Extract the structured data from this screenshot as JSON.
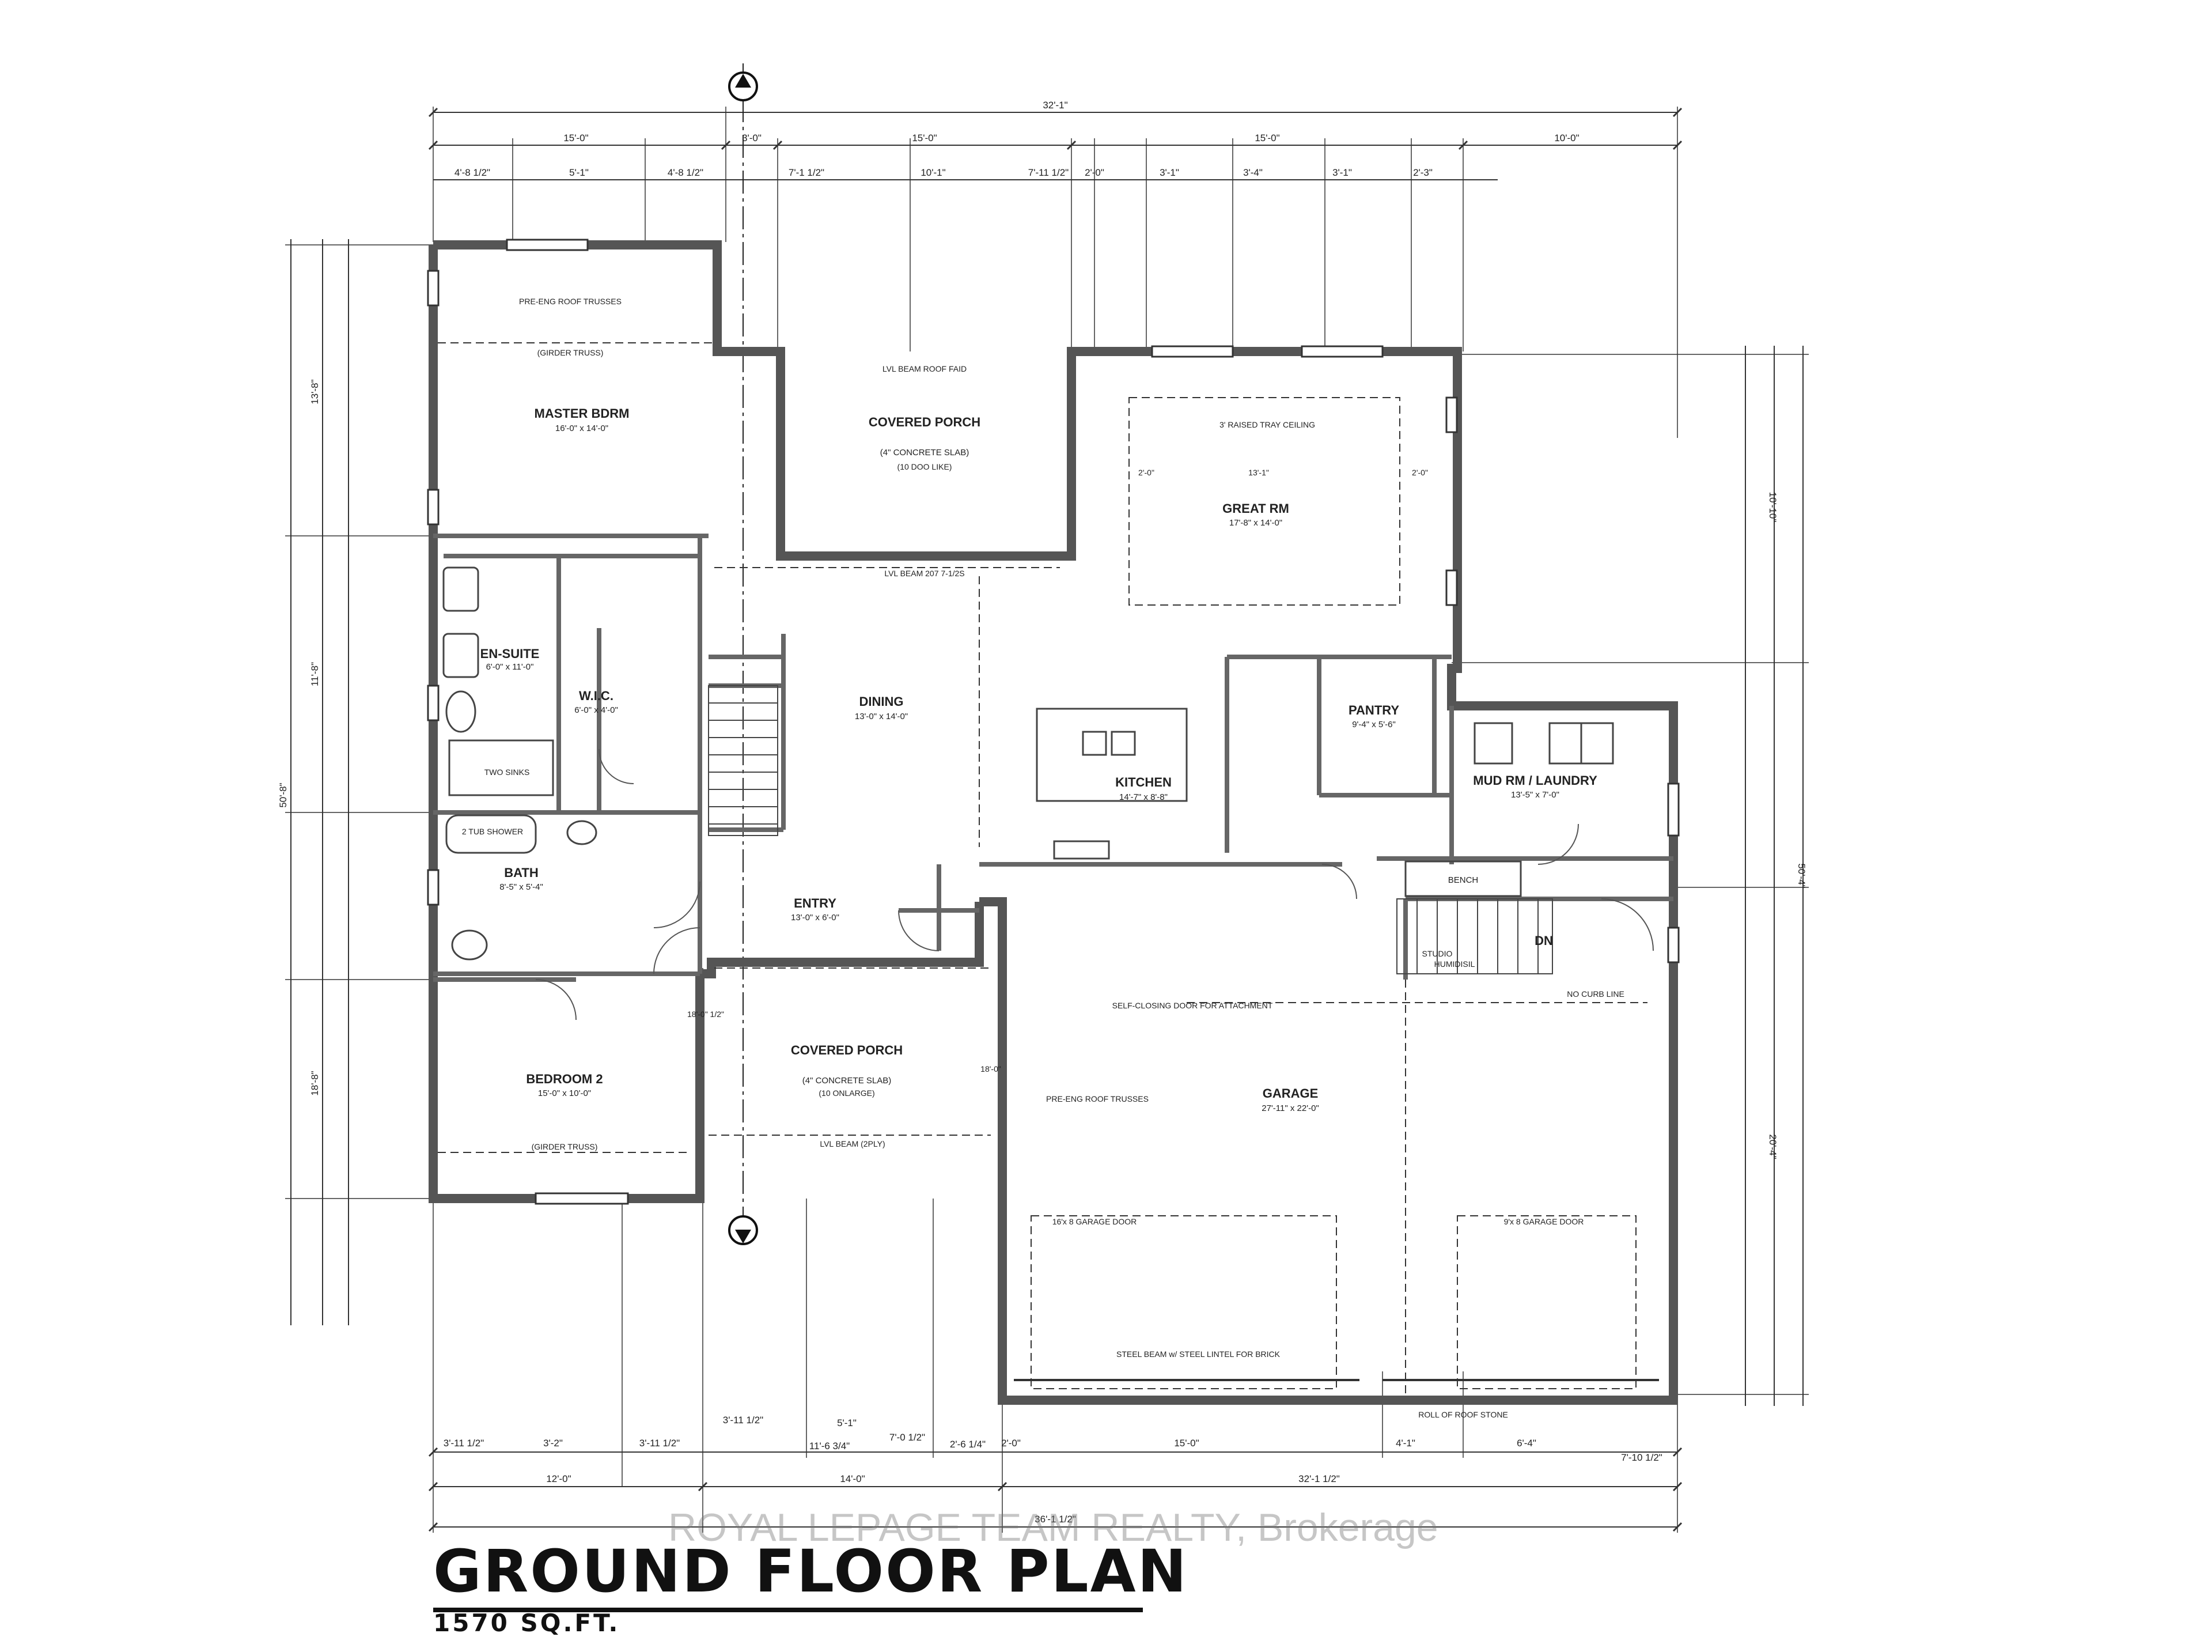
{
  "plan": {
    "title": "GROUND FLOOR PLAN",
    "area": "1570 SQ.FT.",
    "watermark": "ROYAL LEPAGE TEAM REALTY, Brokerage",
    "top_dimensions": {
      "overall": "32'-1\"",
      "row1": [
        "15'-0\"",
        "3'-0\"",
        "15'-0\"",
        "15'-0\"",
        "10'-0\""
      ],
      "row2": [
        "4'-8 1/2\"",
        "5'-1\"",
        "4'-8 1/2\"",
        "7'-1 1/2\"",
        "10'-1\"",
        "7'-11 1/2\"",
        "2'-0\"",
        "3'-1\"",
        "3'-4\"",
        "3'-1\"",
        "2'-3\""
      ]
    },
    "bottom_dimensions": {
      "row1": [
        "3'-11 1/2\"",
        "3'-2\"",
        "3'-11 1/2\"",
        "3'-11 1/2\"",
        "5'-1\"",
        "7'-0 1/2\"",
        "11'-6 3/4\"",
        "2'-6 1/4\"",
        "2'-0\"",
        "15'-0\"",
        "4'-1\"",
        "6'-4\"",
        "7'-10 1/2\""
      ],
      "row2": [
        "12'-0\"",
        "14'-0\"",
        "32'-1 1/2\""
      ],
      "overall": "36'-1 1/2\""
    },
    "right_dimensions": [
      "50'-4\"",
      "20'-4\"",
      "10'-10\""
    ],
    "left_dimensions": [
      "50'-8\"",
      "13'-8\"",
      "11'-8\"",
      "18'-8\""
    ],
    "rooms": [
      {
        "name": "MASTER BDRM",
        "size": "16'-0\" x 14'-0\""
      },
      {
        "name": "COVERED PORCH",
        "size": "(4\" CONCRETE SLAB)",
        "note": "(10 DOO LIKE)"
      },
      {
        "name": "GREAT RM",
        "size": "17'-8\" x 14'-0\""
      },
      {
        "name": "EN-SUITE",
        "size": "6'-0\" x 11'-0\""
      },
      {
        "name": "W.I.C.",
        "size": "6'-0\" x 4'-0\""
      },
      {
        "name": "DINING",
        "size": "13'-0\" x 14'-0\""
      },
      {
        "name": "KITCHEN",
        "size": "14'-7\" x 8'-8\""
      },
      {
        "name": "PANTRY",
        "size": "9'-4\" x 5'-6\""
      },
      {
        "name": "MUD RM / LAUNDRY",
        "size": "13'-5\" x 7'-0\""
      },
      {
        "name": "BATH",
        "size": "8'-5\" x 5'-4\""
      },
      {
        "name": "ENTRY",
        "size": "13'-0\" x 6'-0\""
      },
      {
        "name": "COVERED PORCH",
        "size": "(4\" CONCRETE SLAB)",
        "note": "(10 ONLARGE)"
      },
      {
        "name": "BEDROOM 2",
        "size": "15'-0\" x 10'-0\""
      },
      {
        "name": "GARAGE",
        "size": "27'-11\" x 22'-0\""
      },
      {
        "name": "BENCH",
        "size": ""
      },
      {
        "name": "DN",
        "size": ""
      }
    ],
    "notes": [
      "PRE-ENG ROOF TRUSSES",
      "(GIRDER TRUSS)",
      "3' RAISED TRAY CEILING",
      "LVL BEAM ROOF FAID",
      "LVL BEAM 207 7-1/2S",
      "PRE-ENG ROOF TRUSSES",
      "13'-1\"",
      "2'-0\"",
      "2'-0\"",
      "STEEL BEAM w/ STEEL LINTEL FOR BRICK",
      "ROLL OF ROOF STONE",
      "SELF-CLOSING DOOR FOR ATTACHMENT",
      "16'x 8 GARAGE DOOR",
      "9'x 8 GARAGE DOOR",
      "LVL BEAM (2PLY)",
      "(GIRDER TRUSS)",
      "NO CURB LINE",
      "STUDIO",
      "TWO SINKS",
      "2 TUB SHOWER",
      "18'-0\" 1/2\"",
      "18'-0\"",
      "HUMIDISIL"
    ]
  }
}
